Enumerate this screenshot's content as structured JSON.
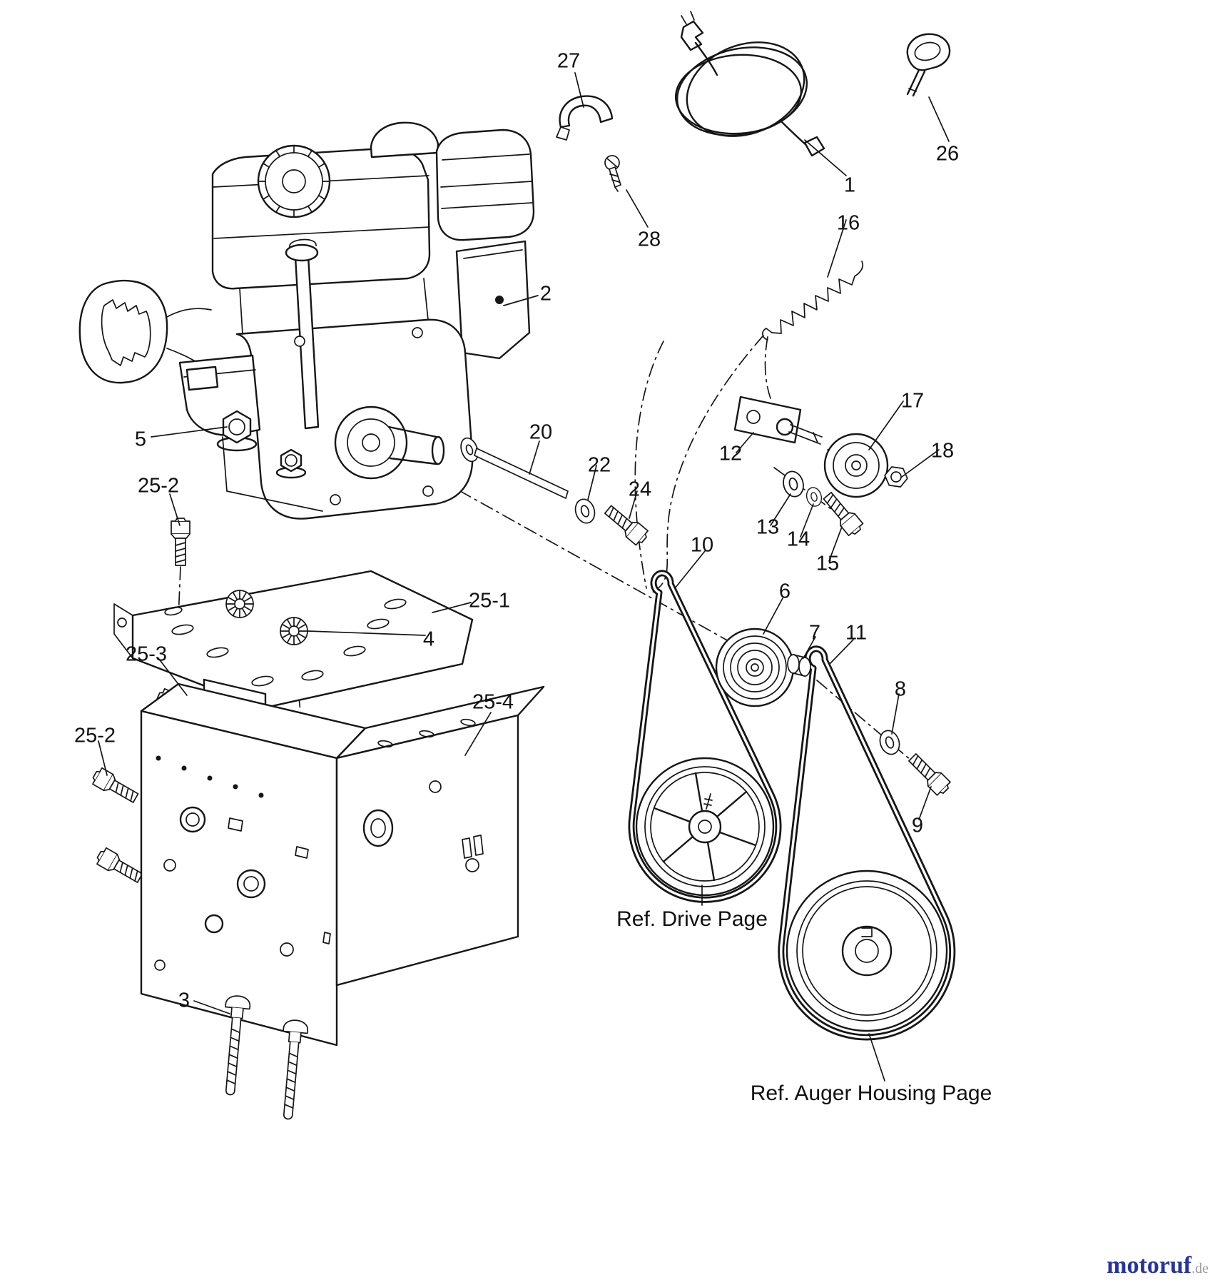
{
  "page": {
    "background": "#ffffff",
    "line_color": "#161616"
  },
  "callouts": [
    {
      "label": "27"
    },
    {
      "label": "1"
    },
    {
      "label": "26"
    },
    {
      "label": "28"
    },
    {
      "label": "16"
    },
    {
      "label": "2"
    },
    {
      "label": "17"
    },
    {
      "label": "18"
    },
    {
      "label": "5"
    },
    {
      "label": "20"
    },
    {
      "label": "12"
    },
    {
      "label": "22"
    },
    {
      "label": "24"
    },
    {
      "label": "13"
    },
    {
      "label": "14"
    },
    {
      "label": "15"
    },
    {
      "label": "25-2"
    },
    {
      "label": "10"
    },
    {
      "label": "6"
    },
    {
      "label": "25-1"
    },
    {
      "label": "4"
    },
    {
      "label": "7"
    },
    {
      "label": "11"
    },
    {
      "label": "25-3"
    },
    {
      "label": "8"
    },
    {
      "label": "25-4"
    },
    {
      "label": "25-2"
    },
    {
      "label": "9"
    },
    {
      "label": "3"
    }
  ],
  "annotations": [
    {
      "text": "Ref. Drive Page"
    },
    {
      "text": "Ref. Auger Housing Page"
    }
  ],
  "watermark": {
    "brand": "motoruf",
    "suffix": ".de",
    "brand_color": "#2433a0",
    "suffix_color": "#999999"
  }
}
